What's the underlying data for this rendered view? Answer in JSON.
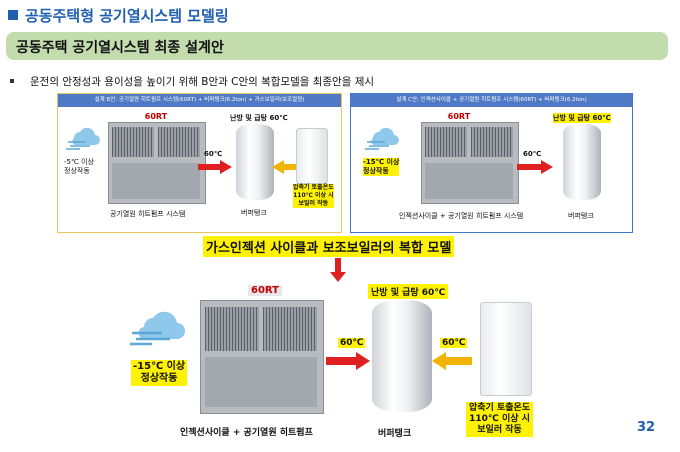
{
  "header": {
    "title": "공동주택형 공기열시스템 모델링",
    "subtitle": "공동주택 공기열시스템 최종 설계안",
    "bullet": "운전의 안정성과 용이성을 높이기 위해 B안과 C안의 복합모델을 최종안을 제시"
  },
  "panel_b": {
    "heading": "설계 B안: 공기열원 히트펌프 시스템(60RT) + 버퍼탱크(6.2ton) + 가스보일러(보조열원)",
    "capacity": "60RT",
    "ambient": "-5℃ 이상\n정상작동",
    "supply": "난방 및 급탕 60℃",
    "pipe_temp": "60℃",
    "hp_label": "공기열원 히트펌프 시스템",
    "tank_label": "버퍼탱크",
    "boiler_note": "압축기 토출온도\n110℃ 이상 시\n보일러 작동"
  },
  "panel_c": {
    "heading": "설계 C안: 인젝션사이클 + 공기열원 히트펌프 시스템(60RT) + 버퍼탱크(6.2ton)",
    "capacity": "60RT",
    "ambient": "-15℃ 이상\n정상작동",
    "supply": "난방 및 급탕 60℃",
    "pipe_temp": "60℃",
    "hp_label": "인젝션사이클 + 공기열원 히트펌프 시스템",
    "tank_label": "버퍼탱크"
  },
  "final": {
    "banner": "가스인젝션 사이클과 보조보일러의 복합 모델",
    "capacity": "60RT",
    "ambient_line1": "-15℃ 이상",
    "ambient_line2": "정상작동",
    "supply": "난방 및 급탕 60℃",
    "pipe_left": "60℃",
    "pipe_right": "60℃",
    "hp_label": "인젝션사이클 + 공기열원 히트펌프",
    "tank_label": "버퍼탱크",
    "boiler_line1": "압축기 토출온도",
    "boiler_line2": "110℃ 이상 시",
    "boiler_line3": "보일러 작동"
  },
  "page_number": "32",
  "colors": {
    "title_blue": "#1f5fb0",
    "subtitle_bar": "#c3dcae",
    "highlight_yellow": "#fff200",
    "arrow_red": "#e02020",
    "arrow_orange": "#f2b400",
    "panel_b_border": "#e8c65a",
    "panel_c_border": "#3f78c9"
  }
}
